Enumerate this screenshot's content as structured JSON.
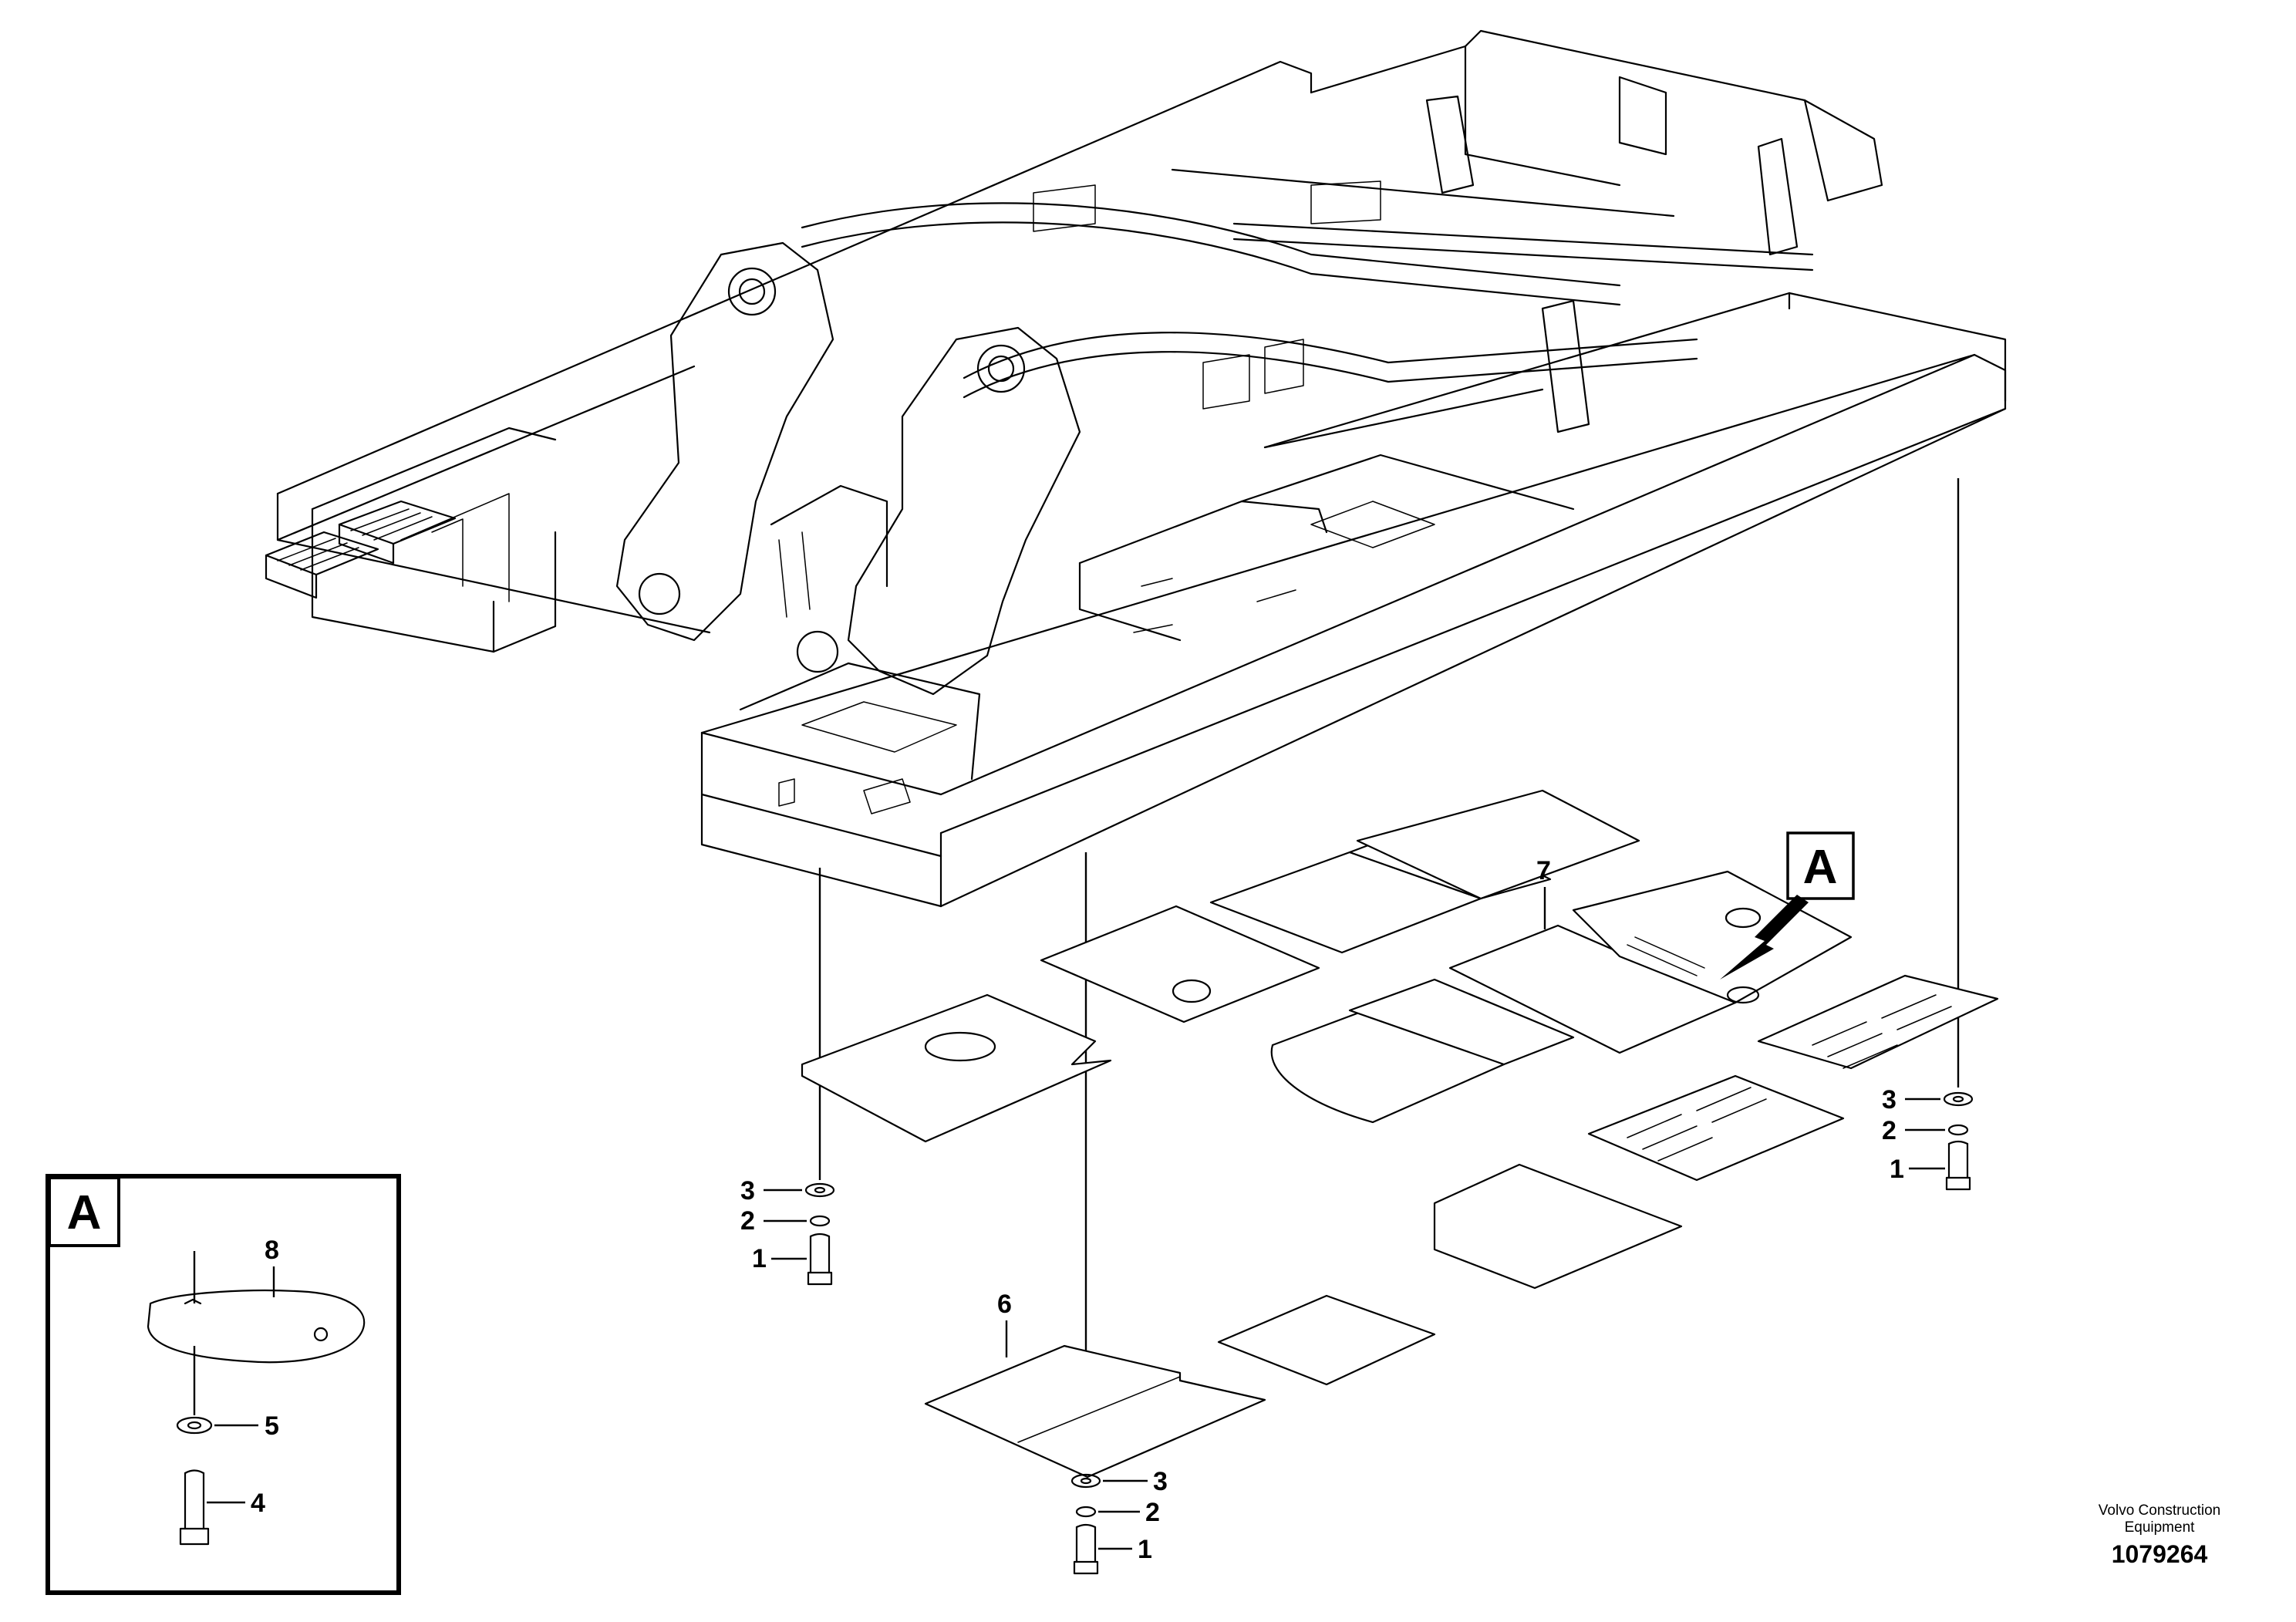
{
  "callouts": {
    "left_stack": {
      "washer_large": "3",
      "washer_small": "2",
      "bolt": "1"
    },
    "right_stack": {
      "washer_large": "3",
      "washer_small": "2",
      "bolt": "1"
    },
    "bottom_stack": {
      "washer_large": "3",
      "washer_small": "2",
      "bolt": "1"
    },
    "cover_plate_6": "6",
    "cover_plate_7": "7",
    "detail": {
      "plate": "8",
      "washer": "5",
      "bolt": "4"
    }
  },
  "detail_marker_label": "A",
  "detail_box_label": "A",
  "brand": {
    "line1": "Volvo Construction",
    "line2": "Equipment"
  },
  "document_number": "1079264",
  "colors": {
    "line": "#000000",
    "background": "#ffffff"
  }
}
